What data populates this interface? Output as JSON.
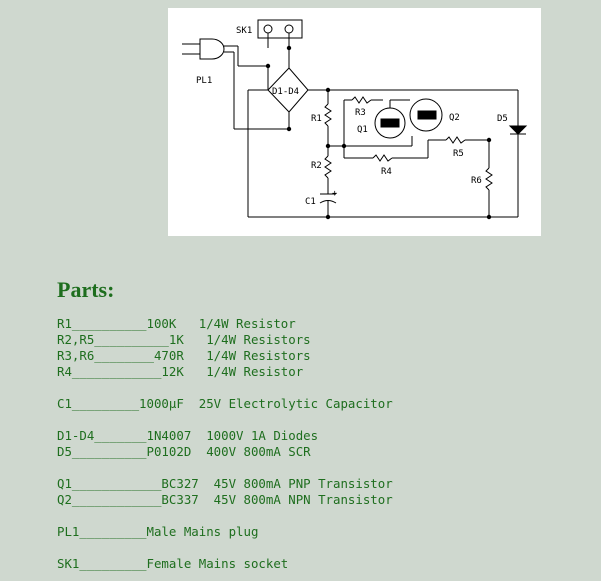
{
  "schematic": {
    "labels": {
      "sk1": "SK1",
      "pl1": "PL1",
      "d1_d4": "D1-D4",
      "r1": "R1",
      "r2": "R2",
      "r3": "R3",
      "r4": "R4",
      "r5": "R5",
      "r6": "R6",
      "q1": "Q1",
      "q2": "Q2",
      "d5": "D5",
      "c1": "C1",
      "plus": "+"
    }
  },
  "parts": {
    "title": "Parts:",
    "lines": [
      "R1__________100K   1/4W Resistor",
      "R2,R5__________1K   1/4W Resistors",
      "R3,R6________470R   1/4W Resistors",
      "R4____________12K   1/4W Resistor",
      "",
      "C1_________1000µF  25V Electrolytic Capacitor",
      "",
      "D1-D4_______1N4007  1000V 1A Diodes",
      "D5__________P0102D  400V 800mA SCR",
      "",
      "Q1____________BC327  45V 800mA PNP Transistor",
      "Q2____________BC337  45V 800mA NPN Transistor",
      "",
      "PL1_________Male Mains plug",
      "",
      "SK1_________Female Mains socket"
    ]
  }
}
